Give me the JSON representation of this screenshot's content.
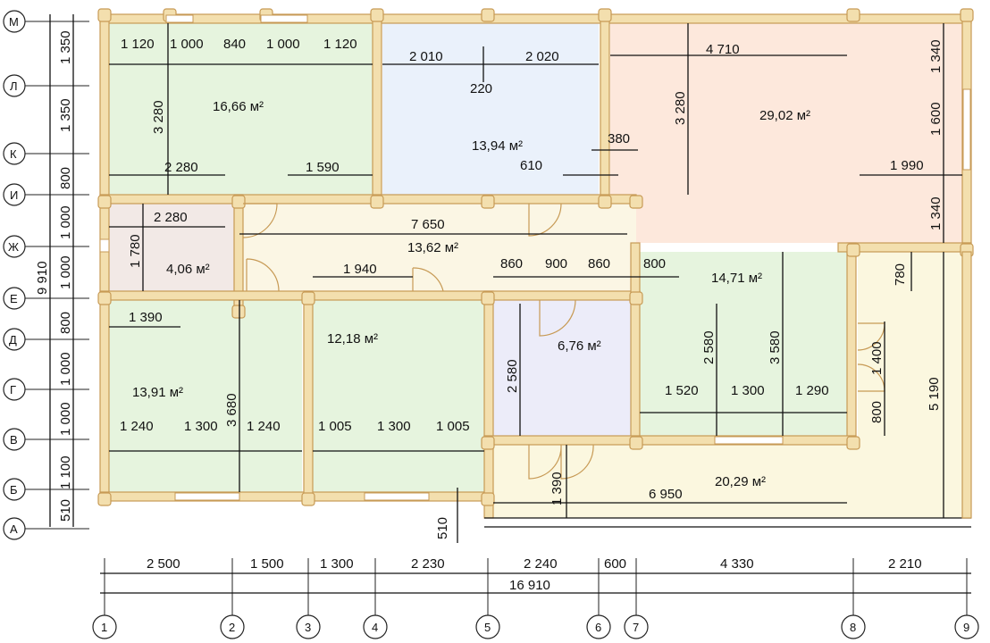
{
  "rooms": [
    {
      "area": "16,66 м²",
      "fill": "#e6f4de"
    },
    {
      "area": "13,94 м²",
      "fill": "#eaf1fb"
    },
    {
      "area": "29,02 м²",
      "fill": "#fde8dc"
    },
    {
      "area": "4,06 м²",
      "fill": "#f2e9e6"
    },
    {
      "area": "13,62 м²",
      "fill": "#fbf6e4"
    },
    {
      "area": "13,91 м²",
      "fill": "#e6f4de"
    },
    {
      "area": "12,18 м²",
      "fill": "#e6f4de"
    },
    {
      "area": "6,76 м²",
      "fill": "#ececf9"
    },
    {
      "area": "14,71 м²",
      "fill": "#e6f4de"
    },
    {
      "area": "20,29 м²",
      "fill": "#fbf7df"
    },
    {
      "area": "",
      "fill": "#fbf7df"
    }
  ],
  "dims": [
    "1 120",
    "1 000",
    "840",
    "1 000",
    "1 120",
    "2 010",
    "2 020",
    "220",
    "4 710",
    "3 280",
    "3 280",
    "1 340",
    "1 600",
    "1 340",
    "380",
    "610",
    "1 990",
    "2 280",
    "1 590",
    "2 280",
    "1 780",
    "7 650",
    "1 940",
    "860",
    "900",
    "860",
    "800",
    "780",
    "1 390",
    "3 680",
    "2 580",
    "2 580",
    "3 580",
    "1 400",
    "5 190",
    "1 520",
    "1 300",
    "1 290",
    "800",
    "1 240",
    "1 300",
    "1 240",
    "1 005",
    "1 300",
    "1 005",
    "1 390",
    "6 950",
    "510"
  ],
  "bottom_dims": [
    "2 500",
    "1 500",
    "1 300",
    "2 230",
    "2 240",
    "600",
    "4 330",
    "2 210"
  ],
  "bottom_total": "16 910",
  "left_dims": [
    "1 350",
    "1 350",
    "800",
    "1 000",
    "1 000",
    "800",
    "1 000",
    "1 000",
    "1 100",
    "510"
  ],
  "left_total": "9 910",
  "row_axes": [
    "М",
    "Л",
    "К",
    "И",
    "Ж",
    "Е",
    "Д",
    "Г",
    "В",
    "Б",
    "А"
  ],
  "col_axes": [
    "1",
    "2",
    "3",
    "4",
    "5",
    "6",
    "7",
    "8",
    "9"
  ],
  "colors": {
    "log_fill": "#f3dfae",
    "log_stroke": "#c79a55"
  }
}
